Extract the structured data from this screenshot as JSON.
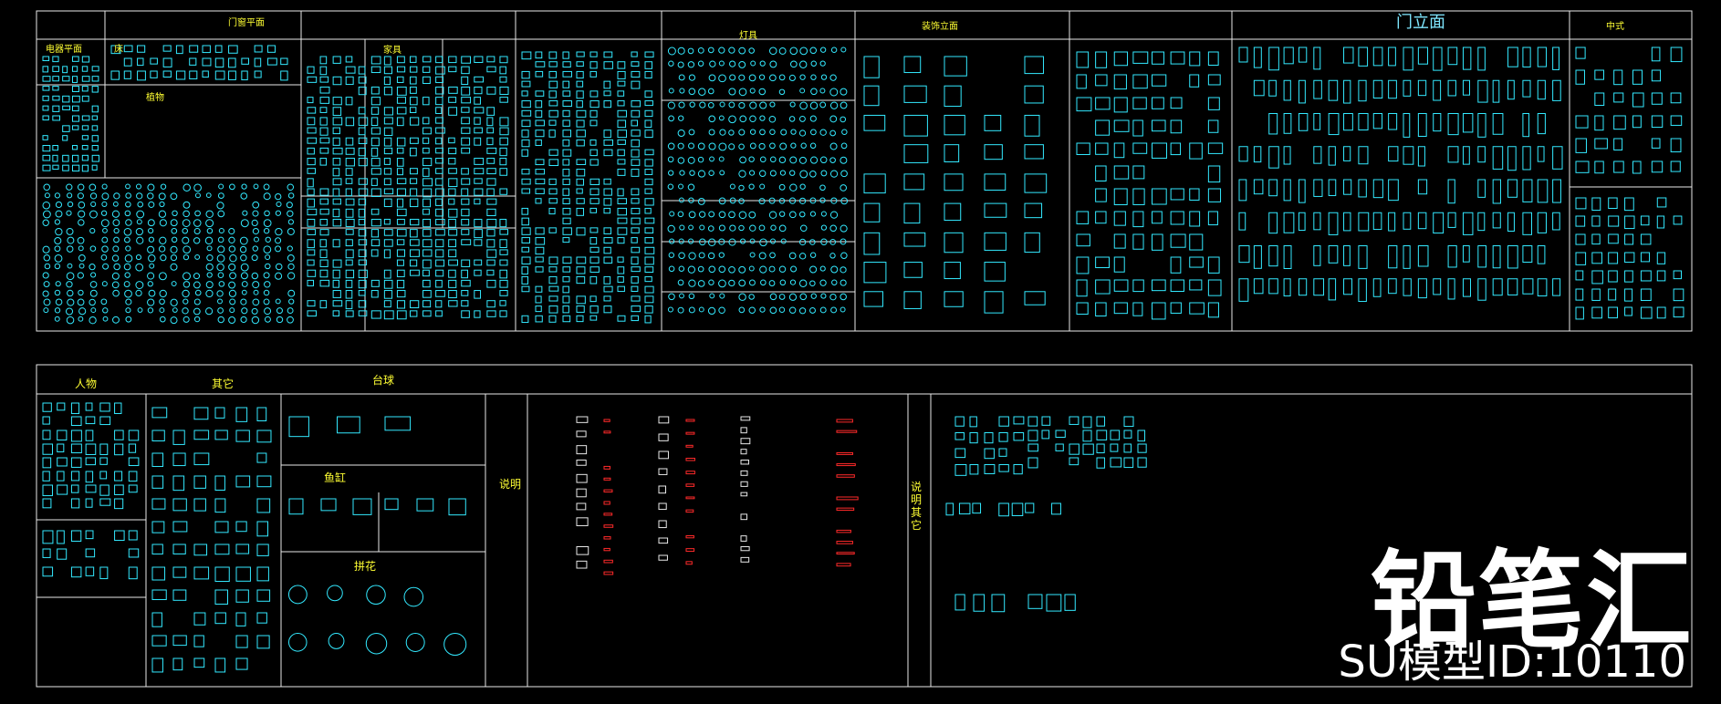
{
  "colors": {
    "frame": "#e8e8e8",
    "symbol": "#33e9ff",
    "label": "#ffff33",
    "annotation": "#ff2a2a",
    "background": "#000000"
  },
  "top_panels": [
    {
      "title": "电器平面"
    },
    {
      "title": "床"
    },
    {
      "title": "门窗平面"
    },
    {
      "title": "家具"
    },
    {
      "title": "植物"
    },
    {
      "title": "装饰立面"
    },
    {
      "title": "灯具"
    },
    {
      "title": "门立面"
    },
    {
      "title": "中式"
    }
  ],
  "bottom_panels": [
    {
      "title": "人物"
    },
    {
      "title": "其它"
    },
    {
      "title": "台球"
    },
    {
      "title": "鱼缸"
    },
    {
      "title": "拼花"
    },
    {
      "title": "说明"
    },
    {
      "title": "说明 其它"
    }
  ],
  "watermark": {
    "brand": "铅笔汇",
    "model_id": "SU模型ID:10110"
  }
}
